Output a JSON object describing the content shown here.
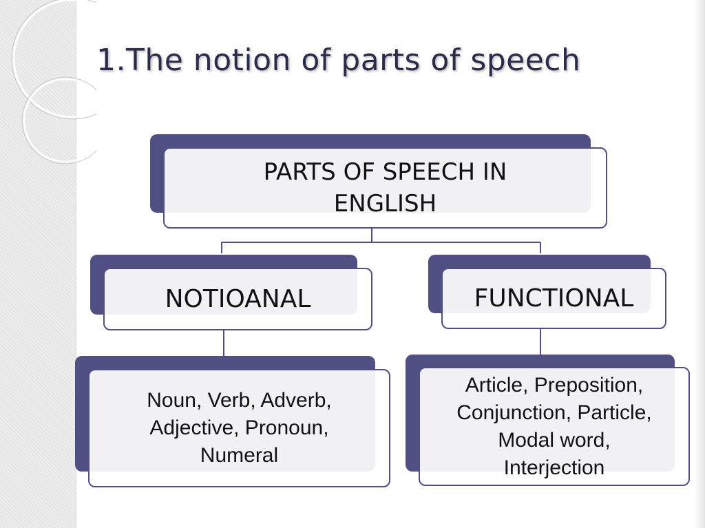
{
  "slide": {
    "title": "1.The notion of parts of speech"
  },
  "diagram": {
    "root": {
      "label": "PARTS OF SPEECH IN\nENGLISH"
    },
    "categories": [
      {
        "label": "NOTIOANAL",
        "items": "Noun,  Verb,  Adverb,\nAdjective,  Pronoun,\nNumeral"
      },
      {
        "label": "FUNCTIONAL",
        "items": "Article, Preposition,\nConjunction, Particle,\nModal word,\nInterjection"
      }
    ]
  },
  "colors": {
    "box_back": "#4f4f84",
    "box_border": "#4f4f84",
    "box_fill": "#ffffff",
    "title_text": "#2b2b4a"
  }
}
